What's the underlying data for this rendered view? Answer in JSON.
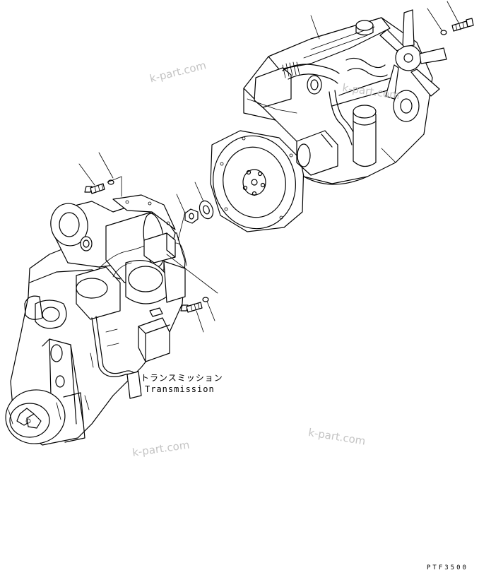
{
  "labels": {
    "transmission_jp": "トランスミッション",
    "transmission_en": "Transmission",
    "figure_code": "PTF3500"
  },
  "watermark": {
    "text": "k-part.com"
  },
  "colors": {
    "line": "#000000",
    "watermark": "#c4c4c4",
    "background": "#ffffff"
  }
}
